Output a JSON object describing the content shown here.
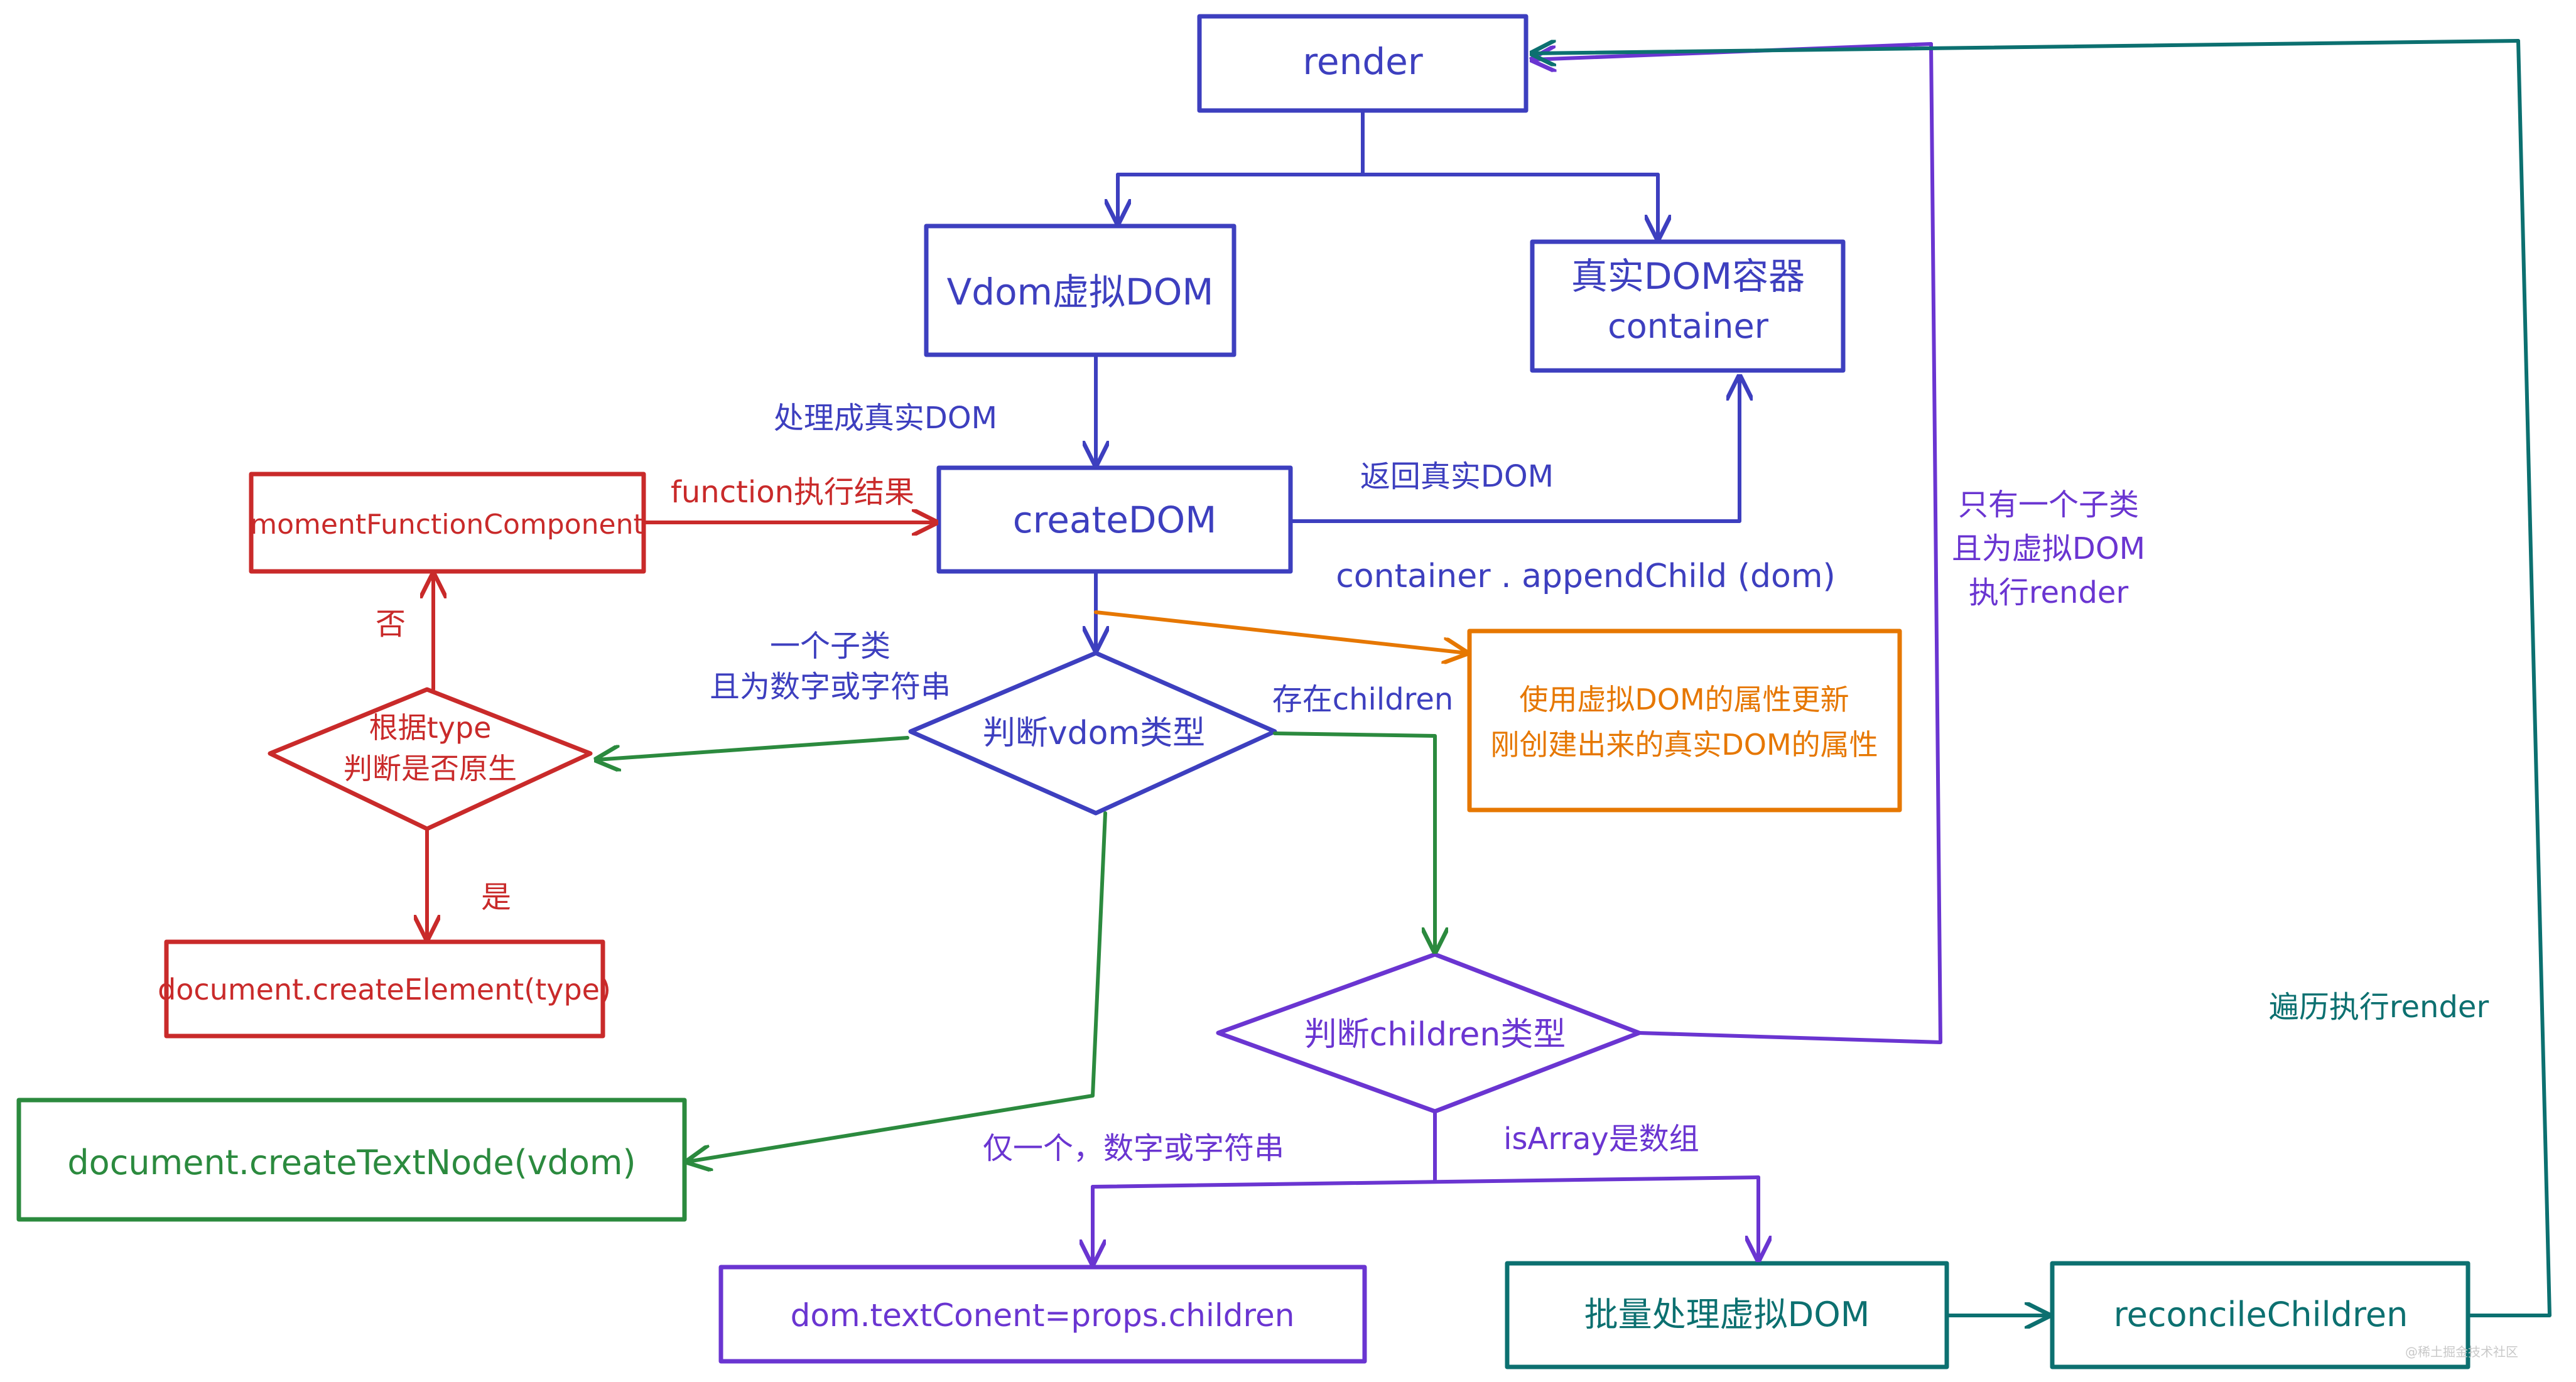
{
  "nodes": {
    "render": "render",
    "vdom": "Vdom虚拟DOM",
    "real_dom_line1": "真实DOM容器",
    "real_dom_line2": "container",
    "create_dom": "createDOM",
    "moment_fn": "momentFunctionComponent",
    "judge_type_line1": "根据type",
    "judge_type_line2": "判断是否原生",
    "create_element": "document.createElement(type)",
    "create_text_node": "document.createTextNode(vdom)",
    "judge_vdom": "判断vdom类型",
    "update_props_line1": "使用虚拟DOM的属性更新",
    "update_props_line2": "刚创建出来的真实DOM的属性",
    "judge_children": "判断children类型",
    "text_content": "dom.textConent=props.children",
    "batch_process": "批量处理虚拟DOM",
    "reconcile": "reconcileChildren"
  },
  "edge_labels": {
    "to_real_dom": "处理成真实DOM",
    "return_real_dom": "返回真实DOM",
    "append_child": "container . appendChild (dom)",
    "function_result": "function执行结果",
    "no": "否",
    "yes": "是",
    "single_text_line1": "一个子类",
    "single_text_line2": "且为数字或字符串",
    "has_children": "存在children",
    "single_vdom_line1": "只有一个子类",
    "single_vdom_line2": "且为虚拟DOM",
    "single_vdom_line3": "执行render",
    "only_one": "仅一个，数字或字符串",
    "is_array": "isArray是数组",
    "traverse_render": "遍历执行render"
  },
  "watermark": "@稀土掘金技术社区",
  "colors": {
    "blue": "#3d3fbf",
    "red": "#c92a2a",
    "green": "#2b8a3e",
    "orange": "#e67700",
    "purple": "#6a35d1",
    "teal": "#0c7070"
  }
}
